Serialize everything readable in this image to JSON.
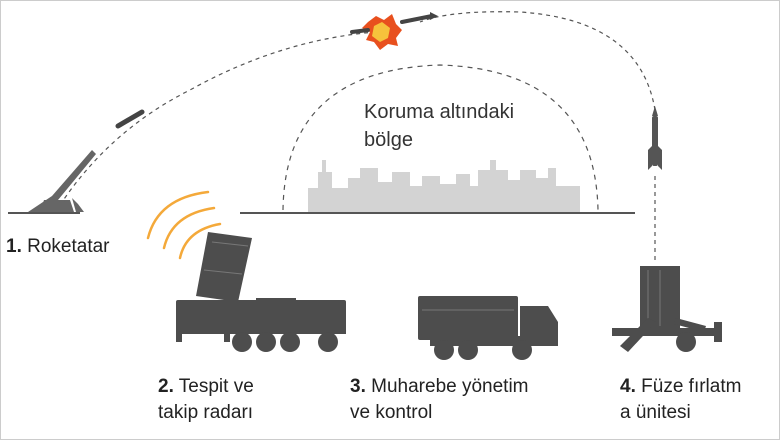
{
  "zone": {
    "line1": "Koruma altındaki",
    "line2": "bölge"
  },
  "labels": {
    "rocket_launcher": {
      "number": "1.",
      "text": "Roketatar"
    },
    "radar": {
      "number": "2.",
      "line1": "Tespit ve",
      "line2": "takip radarı"
    },
    "command": {
      "number": "3.",
      "line1": "Muharebe yönetim",
      "line2": "ve kontrol"
    },
    "launcher": {
      "number": "4.",
      "line1": "Füze fırlatm",
      "line2": "a ünitesi"
    }
  },
  "colors": {
    "vehicle": "#4d4d4d",
    "city": "#d3d3d3",
    "ground": "#555555",
    "radar_waves": "#f4a93a",
    "explosion": "#e8501e",
    "trajectory": "#555555"
  }
}
